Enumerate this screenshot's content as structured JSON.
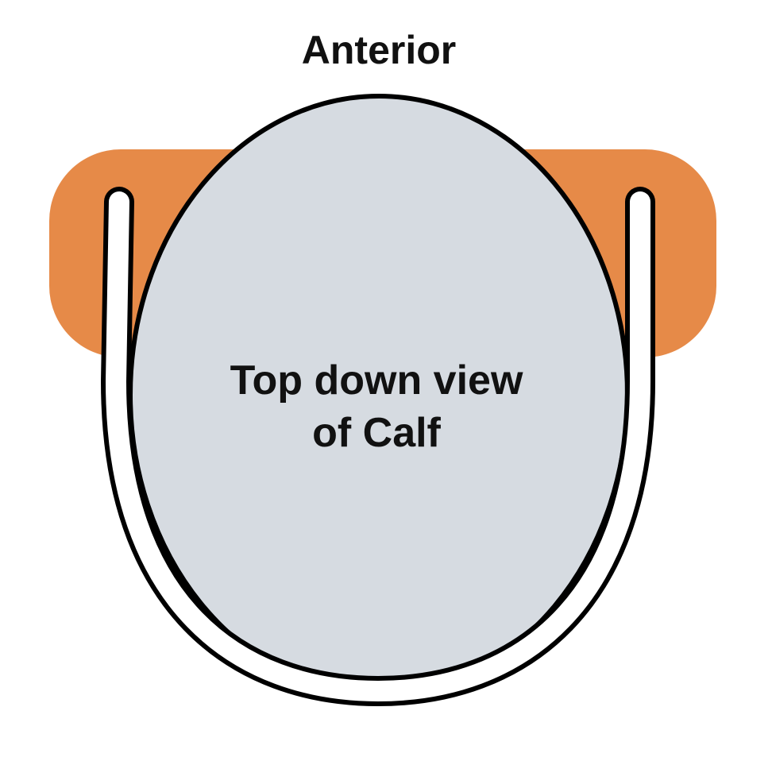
{
  "labels": {
    "top": "Anterior",
    "center_line1": "Top down view",
    "center_line2": "of Calf"
  },
  "colors": {
    "background": "#ffffff",
    "pad": "#e68a48",
    "calf_fill": "#d6dbe1",
    "outline": "#000000",
    "strap": "#ffffff",
    "text": "#111111"
  }
}
